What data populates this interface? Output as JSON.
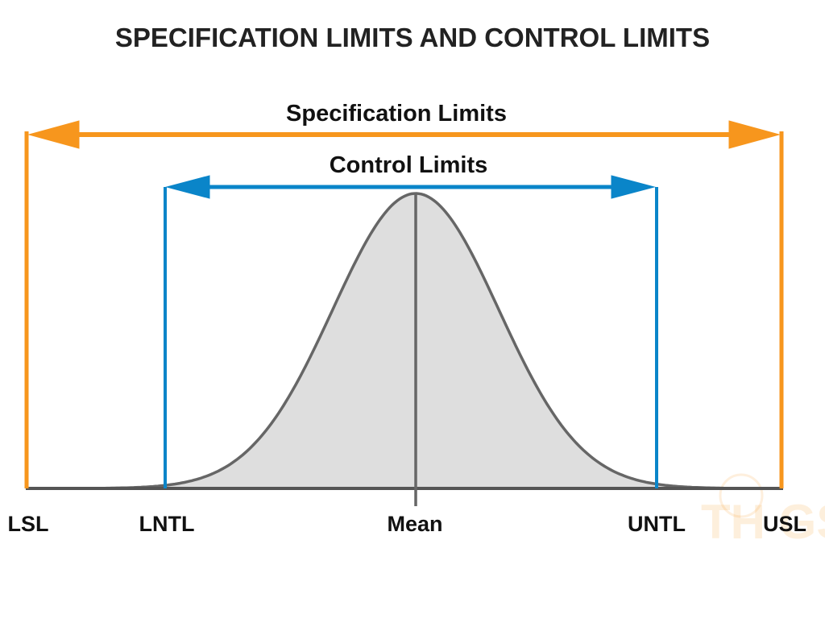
{
  "title": "SPECIFICATION LIMITS AND CONTROL LIMITS",
  "spec_label": "Specification Limits",
  "control_label": "Control Limits",
  "labels": {
    "lsl": "LSL",
    "lntl": "LNTL",
    "mean": "Mean",
    "untl": "UNTL",
    "usl": "USL"
  },
  "colors": {
    "spec": "#F7961D",
    "control": "#0A85C9",
    "curve": "#666666",
    "fill": "#DEDEDE"
  },
  "watermark": "THINGS"
}
